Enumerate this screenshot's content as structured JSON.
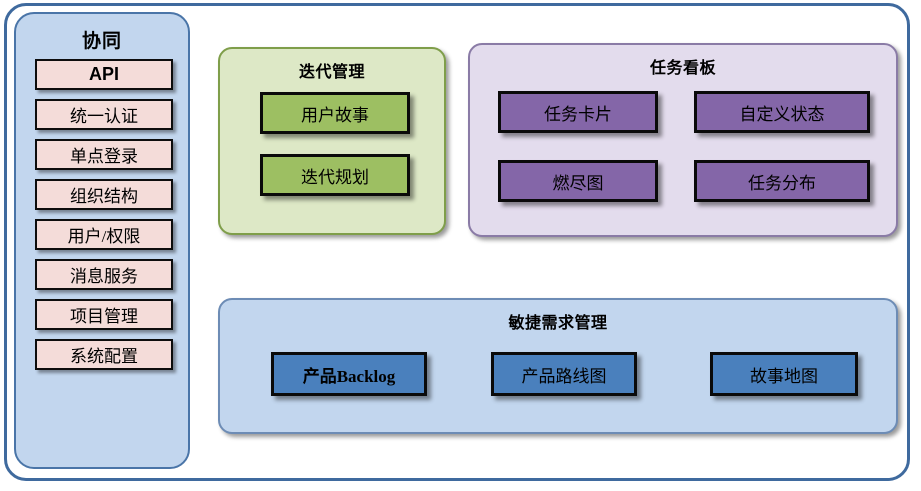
{
  "diagram": {
    "title_hidden": "",
    "colors": {
      "frame_border": "#3f6a9e",
      "sidebar_bg": "#c2d6ee",
      "sidebar_border": "#4a75a8",
      "sidebar_box_bg": "#f4dcd9",
      "iteration_bg": "#dde8c6",
      "iteration_border": "#7f9e4a",
      "iteration_box_bg": "#9dbf62",
      "taskboard_bg": "#e3dced",
      "taskboard_border": "#8a7ba6",
      "taskboard_box_bg": "#8466a8",
      "agile_bg": "#c2d6ee",
      "agile_border": "#6d8cb5",
      "agile_box_bg": "#4a80bd",
      "box_outline": "#0a0a0a"
    }
  },
  "sidebar": {
    "title": "协同",
    "items": [
      {
        "label": "API",
        "style": "bold"
      },
      {
        "label": "统一认证",
        "style": "serif"
      },
      {
        "label": "单点登录",
        "style": "serif"
      },
      {
        "label": "组织结构",
        "style": "serif"
      },
      {
        "label": "用户/权限",
        "style": "serif"
      },
      {
        "label": "消息服务",
        "style": "serif"
      },
      {
        "label": "项目管理",
        "style": "serif"
      },
      {
        "label": "系统配置",
        "style": "serif"
      }
    ]
  },
  "panels": {
    "iteration": {
      "title": "迭代管理",
      "boxes": [
        {
          "label": "用户故事"
        },
        {
          "label": "迭代规划"
        }
      ]
    },
    "taskboard": {
      "title": "任务看板",
      "boxes": [
        {
          "label": "任务卡片"
        },
        {
          "label": "自定义状态"
        },
        {
          "label": "燃尽图"
        },
        {
          "label": "任务分布"
        }
      ]
    },
    "agile": {
      "title": "敏捷需求管理",
      "boxes": [
        {
          "label": "产品Backlog"
        },
        {
          "label": "产品路线图"
        },
        {
          "label": "故事地图"
        }
      ]
    }
  }
}
